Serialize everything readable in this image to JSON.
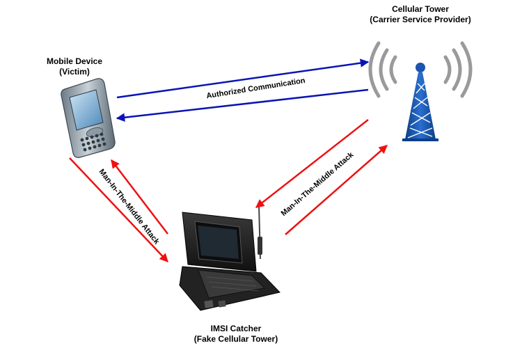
{
  "nodes": {
    "mobile": {
      "title": "Mobile Device",
      "subtitle": "(Victim)"
    },
    "tower": {
      "title": "Cellular Tower",
      "subtitle": "(Carrier Service Provider)"
    },
    "imsi": {
      "title": "IMSI Catcher",
      "subtitle": "(Fake Cellular Tower)"
    }
  },
  "edges": {
    "authorized": {
      "label": "Authorized Communication",
      "color": "#0a14b4"
    },
    "mitm_left": {
      "label": "Man-In-The-Middle Attack",
      "color": "#ee1111"
    },
    "mitm_right": {
      "label": "Man-In-The-Middle Attack",
      "color": "#ee1111"
    }
  }
}
